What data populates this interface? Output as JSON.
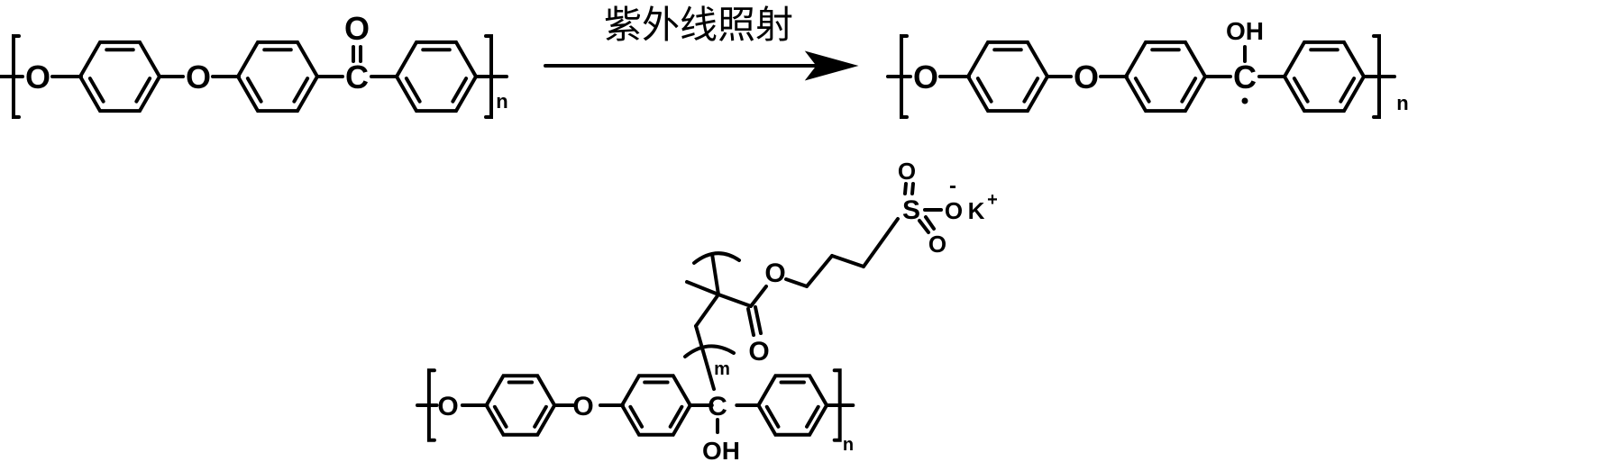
{
  "reaction": {
    "condition_label": "紫外线照射",
    "reactant": {
      "atoms": {
        "o1": "O",
        "o2": "O",
        "c": "C",
        "carbonyl_o": "O"
      },
      "repeat": "n"
    },
    "product": {
      "atoms": {
        "o1": "O",
        "o2": "O",
        "c": "C",
        "hydroxyl": "OH"
      },
      "repeat": "n"
    },
    "grafted": {
      "atoms": {
        "o1": "O",
        "o2": "O",
        "c": "C",
        "hydroxyl": "OH",
        "ester_o": "O",
        "carbonyl_o": "O",
        "s": "S",
        "s_o_top": "O",
        "s_o_bottom": "O",
        "s_o_minus": "O",
        "charge_minus": "-",
        "counterion": "K",
        "charge_plus": "+"
      },
      "repeat": "n",
      "graft_repeat": "m"
    }
  }
}
